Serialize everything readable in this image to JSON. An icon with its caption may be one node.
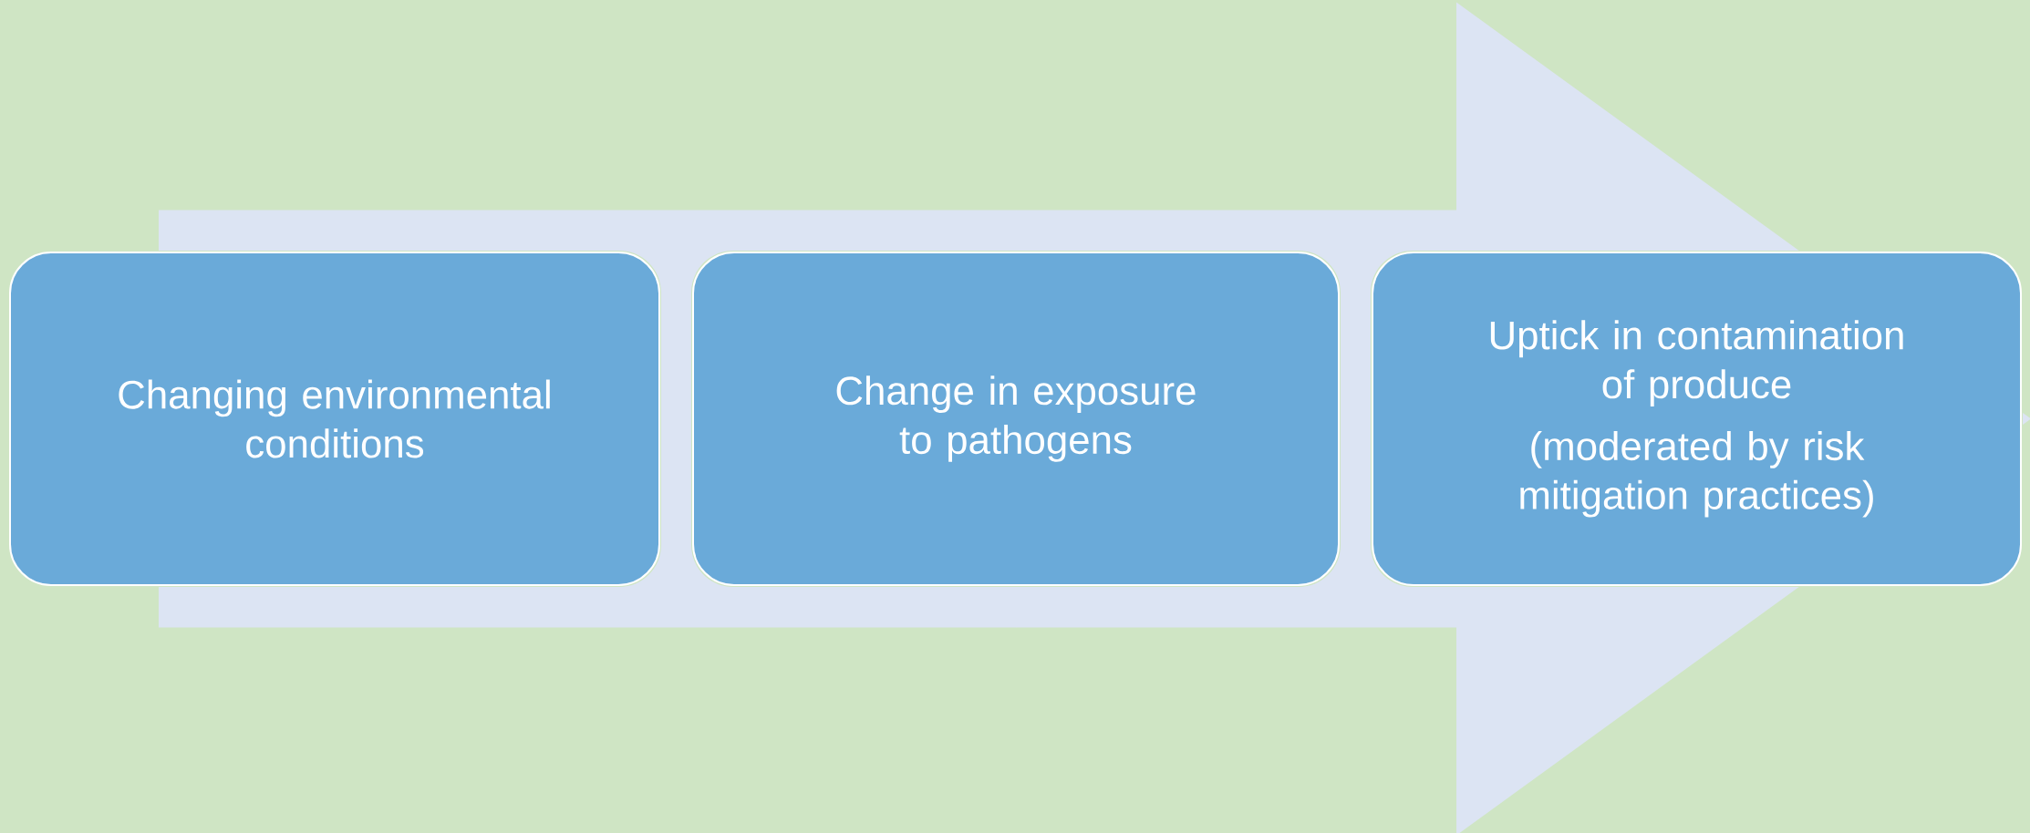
{
  "diagram": {
    "nodes": [
      {
        "text": [
          "Changing environmental conditions"
        ]
      },
      {
        "text": [
          "Change in exposure to pathogens"
        ]
      },
      {
        "text": [
          "Uptick in contamination of produce",
          "(moderated by risk mitigation practices)"
        ]
      }
    ],
    "edges": [
      {
        "from": 0,
        "to": 1,
        "arrow": "none"
      },
      {
        "from": 1,
        "to": 2,
        "arrow": "to"
      }
    ]
  }
}
